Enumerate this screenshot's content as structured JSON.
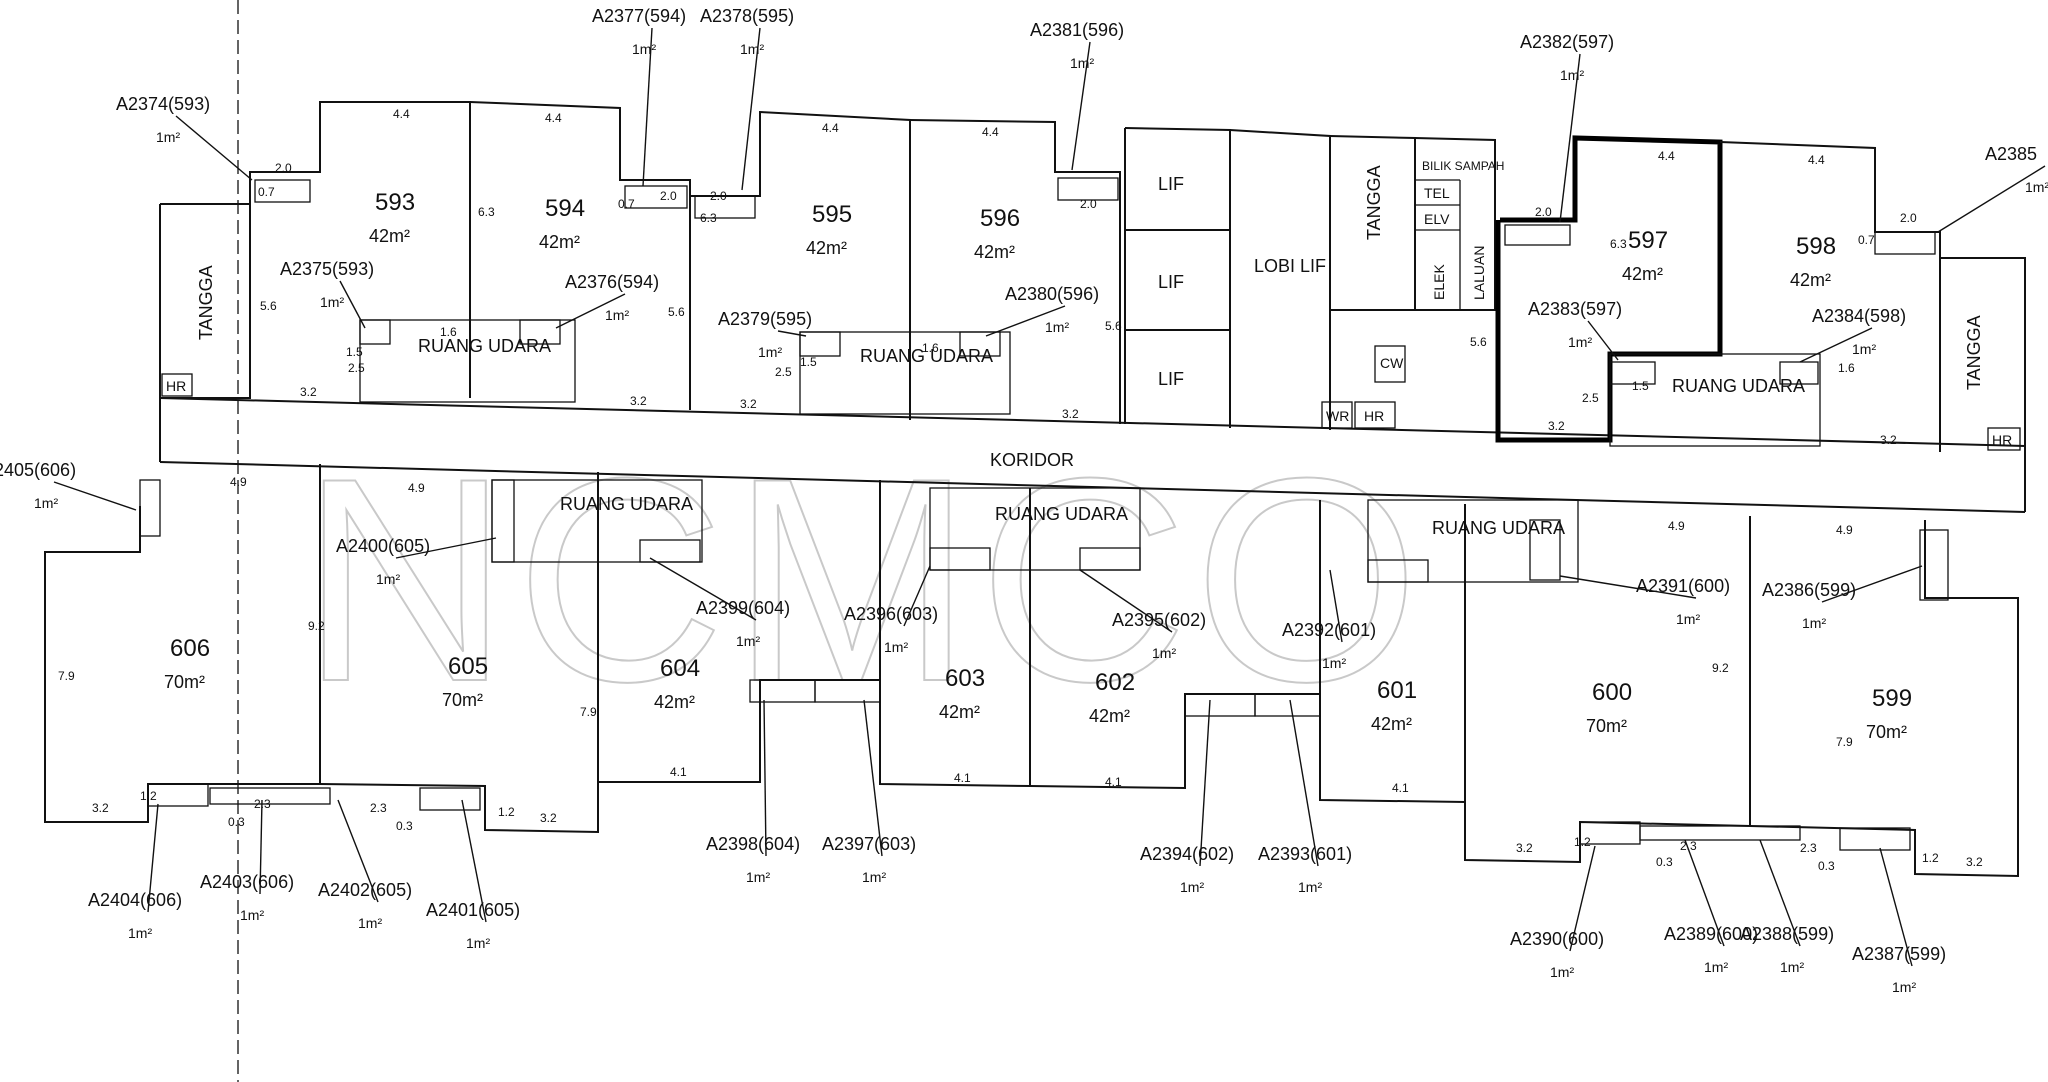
{
  "watermark": "NCMCO",
  "corridor": "KORIDOR",
  "units": [
    {
      "id": "593",
      "area": "42m²"
    },
    {
      "id": "594",
      "area": "42m²"
    },
    {
      "id": "595",
      "area": "42m²"
    },
    {
      "id": "596",
      "area": "42m²"
    },
    {
      "id": "597",
      "area": "42m²"
    },
    {
      "id": "598",
      "area": "42m²"
    },
    {
      "id": "599",
      "area": "70m²"
    },
    {
      "id": "600",
      "area": "70m²"
    },
    {
      "id": "601",
      "area": "42m²"
    },
    {
      "id": "602",
      "area": "42m²"
    },
    {
      "id": "603",
      "area": "42m²"
    },
    {
      "id": "604",
      "area": "42m²"
    },
    {
      "id": "605",
      "area": "70m²"
    },
    {
      "id": "606",
      "area": "70m²"
    }
  ],
  "accessory_labels": [
    "A2374(593)",
    "A2375(593)",
    "A2376(594)",
    "A2377(594)",
    "A2378(595)",
    "A2379(595)",
    "A2380(596)",
    "A2381(596)",
    "A2382(597)",
    "A2383(597)",
    "A2384(598)",
    "A2385",
    "A2386(599)",
    "A2387(599)",
    "A2388(599)",
    "A2389(600)",
    "A2390(600)",
    "A2391(600)",
    "A2392(601)",
    "A2393(601)",
    "A2394(602)",
    "A2395(602)",
    "A2396(603)",
    "A2397(603)",
    "A2398(604)",
    "A2399(604)",
    "A2400(605)",
    "A2401(605)",
    "A2402(605)",
    "A2403(606)",
    "A2404(606)",
    "2405(606)"
  ],
  "accessory_area": "1m²",
  "rooms": {
    "tangga": "TANGGA",
    "lif": "LIF",
    "lobi_lif": "LOBI LIF",
    "bilik_sampah": "BILIK SAMPAH",
    "tel": "TEL",
    "elv": "ELV",
    "elek": "ELEK",
    "laluan": "LALUAN",
    "cw": "CW",
    "wr": "WR",
    "hr": "HR",
    "ruang_udara": "RUANG UDARA"
  },
  "dimensions": [
    "4.4",
    "3.2",
    "6.3",
    "5.6",
    "2.0",
    "0.7",
    "1.6",
    "1.5",
    "2.5",
    "4.9",
    "7.9",
    "9.2",
    "4.1",
    "1.2",
    "2.3",
    "0.3"
  ]
}
